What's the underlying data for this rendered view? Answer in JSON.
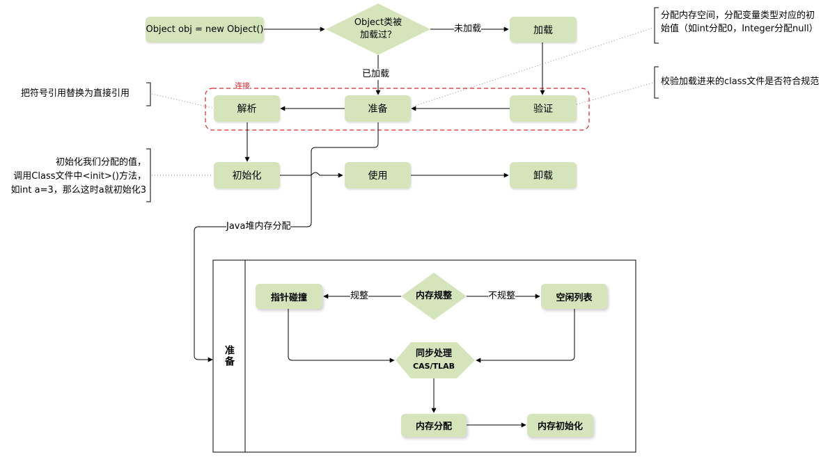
{
  "nodes": {
    "new_object": "Object obj = new Object()",
    "class_loaded_q": "Object类被加载过？",
    "load": "加载",
    "verify": "验证",
    "prepare": "准备",
    "resolve": "解析",
    "initialize": "初始化",
    "use": "使用",
    "unload": "卸载"
  },
  "edge_labels": {
    "not_loaded": "未加载",
    "loaded": "已加载",
    "java_heap_alloc": "Java堆内存分配",
    "regular": "规整",
    "irregular": "不规整"
  },
  "group": {
    "link_label": "连接"
  },
  "notes": {
    "load_note_line1": "分配内存空间，分配变量类型对应的初",
    "load_note_line2": "始值（如int分配0，Integer分配null）",
    "verify_note": "校验加载进来的class文件是否符合规范",
    "resolve_note": "把符号引用替换为直接引用",
    "init_note_line1": "初始化我们分配的值，",
    "init_note_line2": "调用Class文件中<init>()方法，",
    "init_note_line3": "如int a=3，那么这时a就初始化3"
  },
  "prepare_panel": {
    "title": "准备",
    "memory_regular_q": "内存规整",
    "pointer_bump": "指针碰撞",
    "free_list": "空闲列表",
    "sync_line1": "同步处理",
    "sync_line2": "CAS/TLAB",
    "mem_alloc": "内存分配",
    "mem_init": "内存初始化"
  },
  "colors": {
    "node_fill": "#d6e4bc",
    "group_border": "#e0202a",
    "dotted": "#8a8a8a"
  }
}
